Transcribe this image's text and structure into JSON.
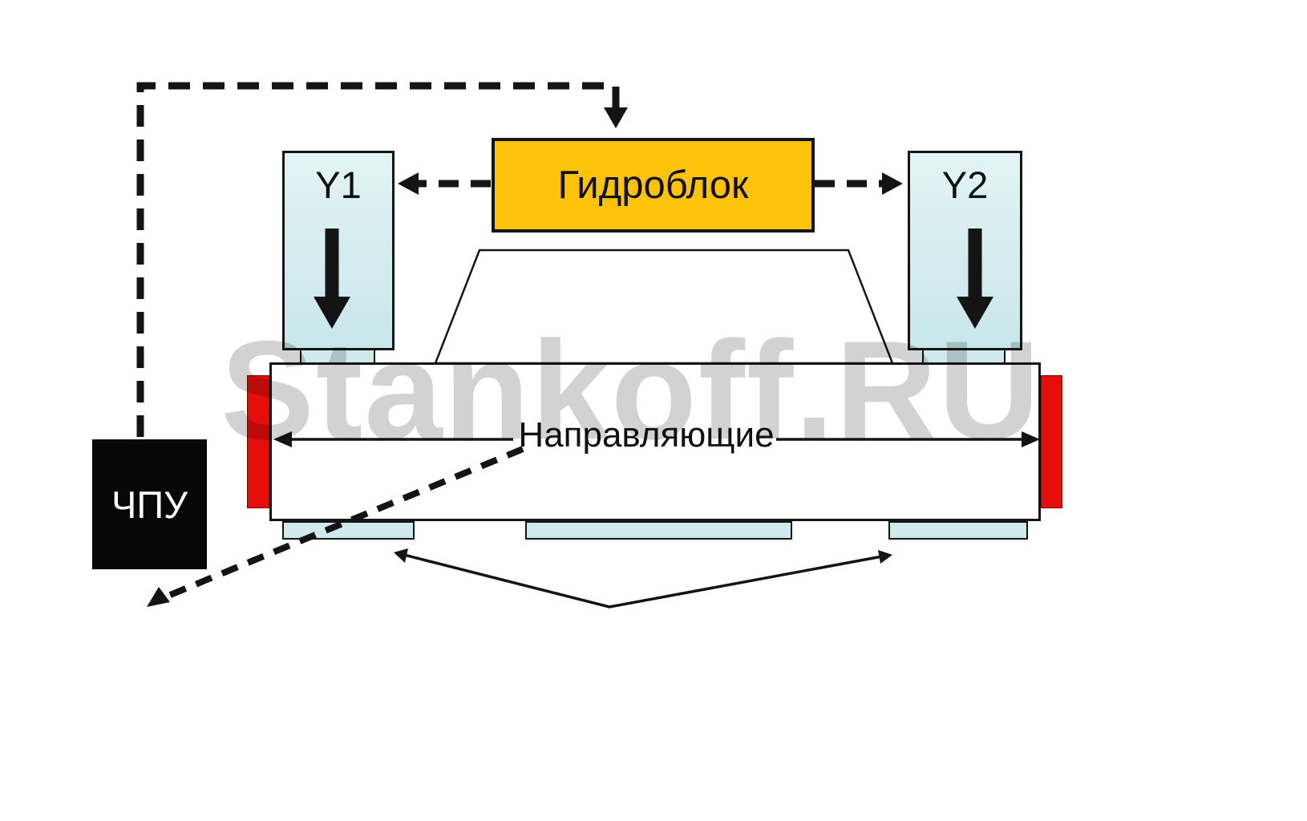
{
  "diagram": {
    "watermark": "Stankoff.RU",
    "hydroblock": {
      "label": "Гидроблок"
    },
    "cylinder_left": {
      "label": "Y1"
    },
    "cylinder_right": {
      "label": "Y2"
    },
    "guides": {
      "label": "Направляющие"
    },
    "cnc": {
      "label": "ЧПУ"
    },
    "colors": {
      "hydroblock_fill": "#fdc30b",
      "cylinder_fill": "#cfe9ec",
      "guide_marker_red": "#e60d0d",
      "cnc_fill": "#070707",
      "line_black": "#141414",
      "watermark_gray": "#d2d2d2"
    }
  }
}
